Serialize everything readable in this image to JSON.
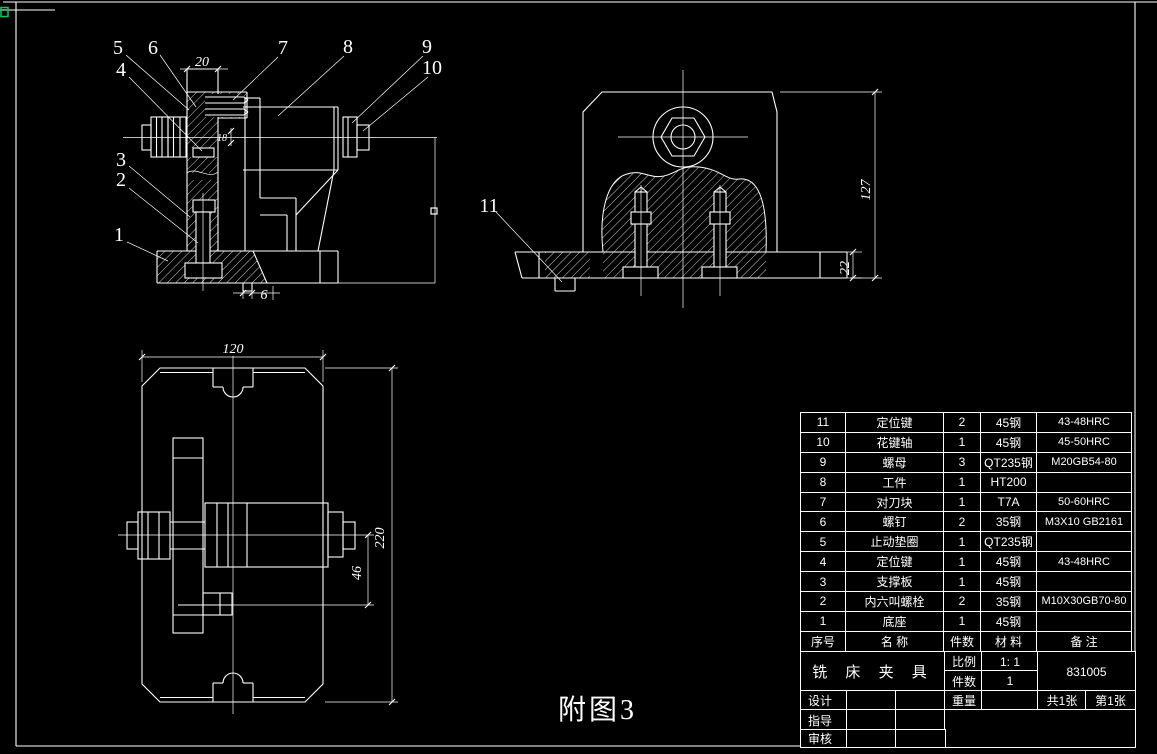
{
  "colors": {
    "background": "#000000",
    "line": "#ffffff",
    "grip_green": "#00cf5f"
  },
  "sheet_title": "附图3",
  "callouts": {
    "labels": [
      "1",
      "2",
      "3",
      "4",
      "5",
      "6",
      "7",
      "8",
      "9",
      "10",
      "11"
    ]
  },
  "dimensions": {
    "front_width": "20",
    "front_spline": "18",
    "front_slot": "6",
    "side_height": "127",
    "side_base": "22",
    "plan_width": "120",
    "plan_length": "220",
    "plan_offset": "46"
  },
  "bom": {
    "headers": [
      "序号",
      "名    称",
      "件数",
      "材  料",
      "备    注"
    ],
    "rows": [
      [
        "11",
        "定位键",
        "2",
        "45钢",
        "43-48HRC"
      ],
      [
        "10",
        "花键轴",
        "1",
        "45钢",
        "45-50HRC"
      ],
      [
        "9",
        "螺母",
        "3",
        "QT235钢",
        "M20GB54-80"
      ],
      [
        "8",
        "工件",
        "1",
        "HT200",
        ""
      ],
      [
        "7",
        "对刀块",
        "1",
        "T7A",
        "50-60HRC"
      ],
      [
        "6",
        "螺钉",
        "2",
        "35钢",
        "M3X10 GB2161"
      ],
      [
        "5",
        "止动垫圈",
        "1",
        "QT235钢",
        ""
      ],
      [
        "4",
        "定位键",
        "1",
        "45钢",
        "43-48HRC"
      ],
      [
        "3",
        "支撑板",
        "1",
        "45钢",
        ""
      ],
      [
        "2",
        "内六叫螺栓",
        "2",
        "35钢",
        "M10X30GB70-80"
      ],
      [
        "1",
        "底座",
        "1",
        "45钢",
        ""
      ]
    ]
  },
  "title_block": {
    "product": "铣 床 夹 具",
    "scale_label": "比例",
    "scale_value": "1: 1",
    "qty_label": "件数",
    "qty_value": "1",
    "drawing_no": "831005",
    "weight_label": "重量",
    "sheet_total": "共1张",
    "sheet_no": "第1张",
    "design_label": "设计",
    "advisor_label": "指导",
    "review_label": "审核"
  }
}
